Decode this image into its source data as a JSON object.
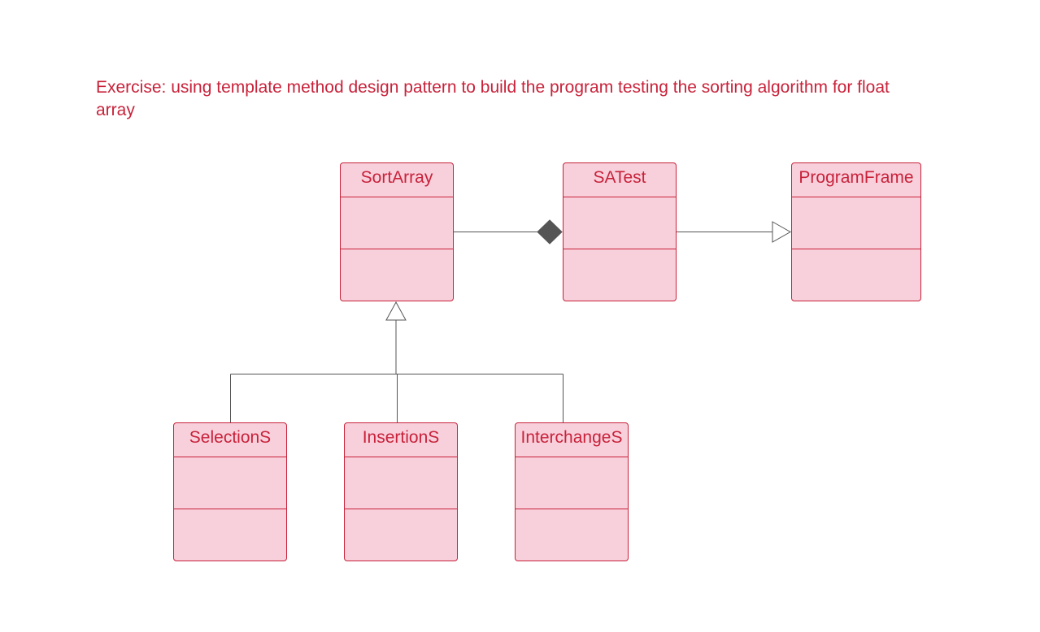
{
  "title": "Exercise: using template method design pattern to build the program testing the sorting algorithm for float array",
  "colors": {
    "accent": "#c8223a",
    "class_fill": "#f8d0dc",
    "connector": "#555555"
  },
  "classes": {
    "sort_array": {
      "name": "SortArray"
    },
    "sa_test": {
      "name": "SATest"
    },
    "program_frame": {
      "name": "ProgramFrame"
    },
    "selection_s": {
      "name": "SelectionS"
    },
    "insertion_s": {
      "name": "InsertionS"
    },
    "interchange_s": {
      "name": "InterchangeS"
    }
  },
  "relationships": [
    {
      "from": "SortArray",
      "to": "SATest",
      "type": "composition"
    },
    {
      "from": "SATest",
      "to": "ProgramFrame",
      "type": "generalization"
    },
    {
      "from": "SelectionS",
      "to": "SortArray",
      "type": "generalization"
    },
    {
      "from": "InsertionS",
      "to": "SortArray",
      "type": "generalization"
    },
    {
      "from": "InterchangeS",
      "to": "SortArray",
      "type": "generalization"
    }
  ]
}
